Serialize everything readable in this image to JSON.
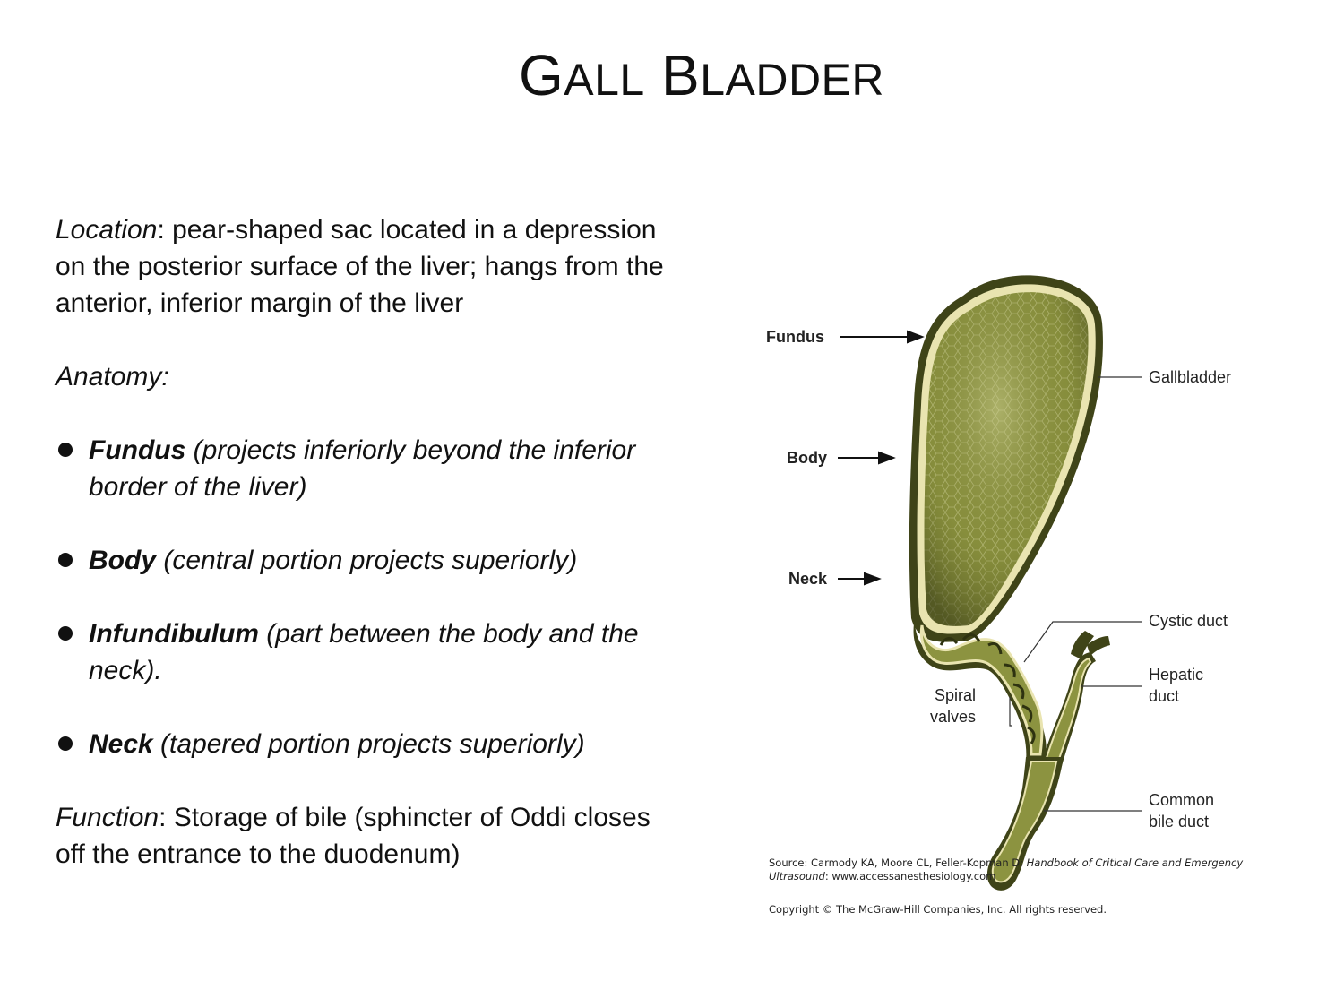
{
  "title": {
    "first_initial": "G",
    "first_rest": "ALL",
    "second_initial": "B",
    "second_rest": "LADDER"
  },
  "location": {
    "label": "Location",
    "text": ": pear-shaped sac located in a depression on the posterior surface of the liver; hangs from the anterior, inferior margin of the liver"
  },
  "anatomy": {
    "heading": "Anatomy:",
    "items": [
      {
        "term": "Fundus",
        "desc": " (projects inferiorly beyond the inferior border of the liver)"
      },
      {
        "term": "Body",
        "desc": " (central portion projects superiorly)"
      },
      {
        "term": "Infundibulum",
        "desc": " (part between the body and the neck)."
      },
      {
        "term": "Neck",
        "desc": " (tapered portion projects superiorly)"
      }
    ]
  },
  "function": {
    "label": "Function",
    "text": ": Storage of bile (sphincter of Oddi closes off the entrance to the duodenum)"
  },
  "figure": {
    "labels": {
      "fundus": "Fundus",
      "body": "Body",
      "neck": "Neck",
      "gallbladder": "Gallbladder",
      "cystic_duct": "Cystic duct",
      "hepatic_duct_line1": "Hepatic",
      "hepatic_duct_line2": "duct",
      "spiral_valves_line1": "Spiral",
      "spiral_valves_line2": "valves",
      "common_bile_duct_line1": "Common",
      "common_bile_duct_line2": "bile duct"
    },
    "source_prefix": "Source: Carmody KA, Moore CL, Feller-Kopman D: ",
    "source_book": "Handbook of Critical Care and Emergency Ultrasound",
    "source_suffix": ": www.accessanesthesiology.com",
    "copyright": "Copyright © The McGraw-Hill Companies, Inc. All rights reserved.",
    "colors": {
      "organ_fill": "#8a8f3c",
      "organ_dark": "#3f4418",
      "organ_rim": "#e9e4b0"
    }
  }
}
